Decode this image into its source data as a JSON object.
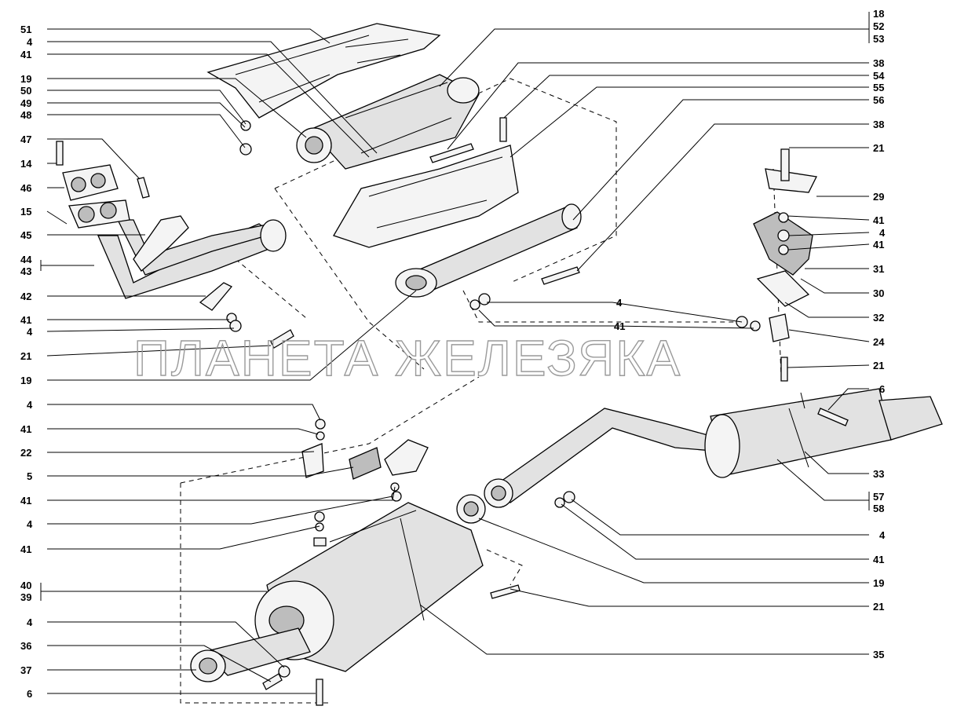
{
  "watermark": "ПЛАНЕТА ЖЕЛЕЗЯКА",
  "left_labels": [
    "51",
    "4",
    "41",
    "19",
    "50",
    "49",
    "48",
    "47",
    "14",
    "46",
    "15",
    "45",
    "44",
    "43",
    "42",
    "41",
    "4",
    "21",
    "19",
    "4",
    "41",
    "22",
    "5",
    "41",
    "4",
    "41",
    "40",
    "39",
    "4",
    "36",
    "37",
    "6"
  ],
  "right_labels": [
    "18",
    "52",
    "53",
    "38",
    "54",
    "55",
    "56",
    "38",
    "21",
    "29",
    "41",
    "4",
    "41",
    "31",
    "30",
    "32",
    "24",
    "21",
    "6",
    "33",
    "57",
    "58",
    "4",
    "41",
    "19",
    "21",
    "35"
  ],
  "mid_labels": [
    "4",
    "41"
  ]
}
